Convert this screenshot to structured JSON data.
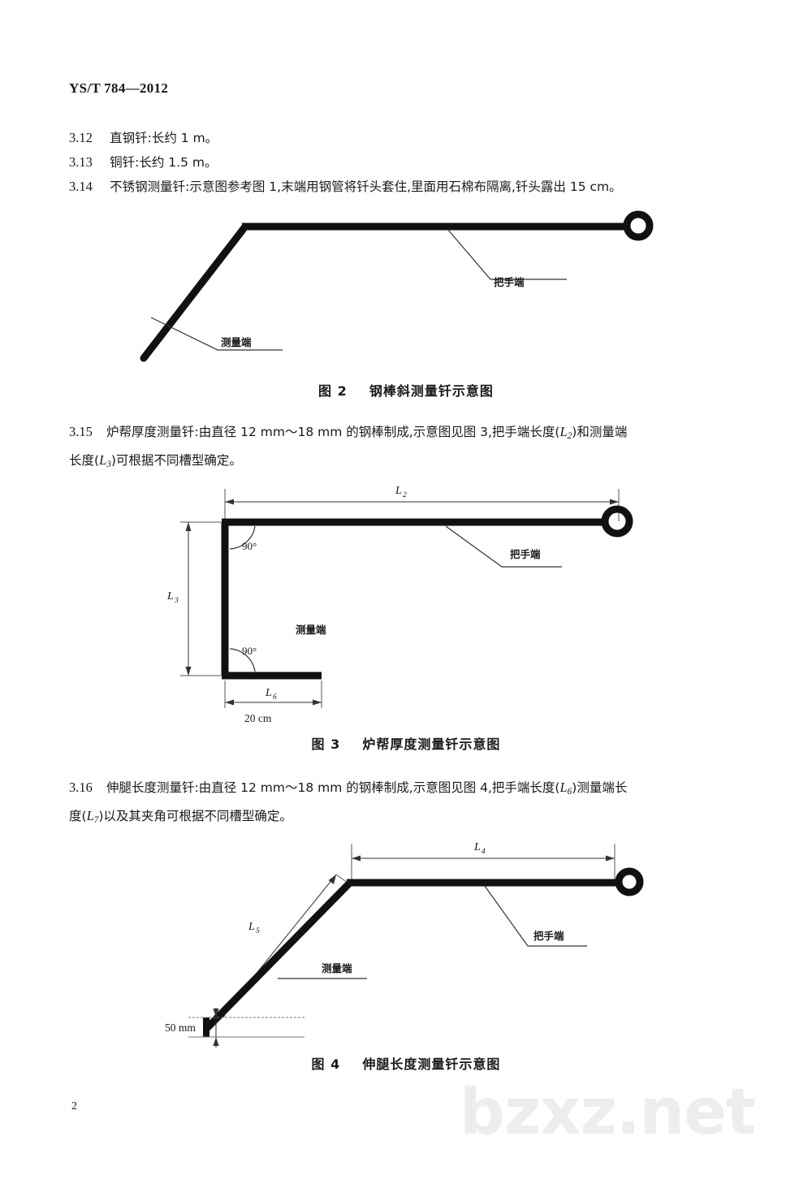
{
  "header": {
    "standard_code": "YS/T 784—2012"
  },
  "clauses": [
    {
      "number": "3.12",
      "text": "直钢钎:长约 1 m。"
    },
    {
      "number": "3.13",
      "text": "铜钎:长约 1.5 m。"
    },
    {
      "number": "3.14",
      "text": "不锈钢测量钎:示意图参考图 1,末端用钢管将钎头套住,里面用石棉布隔离,钎头露出 15 cm。"
    },
    {
      "number": "3.15",
      "line1_a": "炉帮厚度测量钎:由直径 12 mm～18 mm 的钢棒制成,示意图见图 3,把手端长度(",
      "line1_sym": "L",
      "line1_sub": "2",
      "line1_b": ")和测量端",
      "line2_a": "长度(",
      "line2_sym": "L",
      "line2_sub": "3",
      "line2_b": ")可根据不同槽型确定。"
    },
    {
      "number": "3.16",
      "line1_a": "伸腿长度测量钎:由直径 12 mm～18 mm 的钢棒制成,示意图见图 4,把手端长度(",
      "line1_sym": "L",
      "line1_sub": "6",
      "line1_b": ")测量端长",
      "line2_a": "度(",
      "line2_sym": "L",
      "line2_sub": "7",
      "line2_b": ")以及其夹角可根据不同槽型确定。"
    }
  ],
  "figures": {
    "fig2": {
      "caption_label": "图 2",
      "caption_title": "钢棒斜测量钎示意图",
      "labels": {
        "handle_end": "把手端",
        "measure_end": "测量端"
      }
    },
    "fig3": {
      "caption_label": "图 3",
      "caption_title": "炉帮厚度测量钎示意图",
      "labels": {
        "handle_end": "把手端",
        "measure_end": "测量端",
        "angle_top": "90°",
        "angle_bottom": "90°",
        "dim_top_sym": "L",
        "dim_top_sub": "2",
        "dim_left_sym": "L",
        "dim_left_sub": "3",
        "dim_bottom_sym": "L",
        "dim_bottom_sub": "6",
        "dim_bottom_value": "20  cm"
      }
    },
    "fig4": {
      "caption_label": "图 4",
      "caption_title": "伸腿长度测量钎示意图",
      "labels": {
        "handle_end": "把手端",
        "measure_end": "测量端",
        "dim_top_sym": "L",
        "dim_top_sub": "4",
        "dim_diag_sym": "L",
        "dim_diag_sub": "5",
        "dim_bottom_value": "50  mm"
      }
    }
  },
  "footer": {
    "page_number": "2",
    "watermark": "bzxz.net"
  }
}
